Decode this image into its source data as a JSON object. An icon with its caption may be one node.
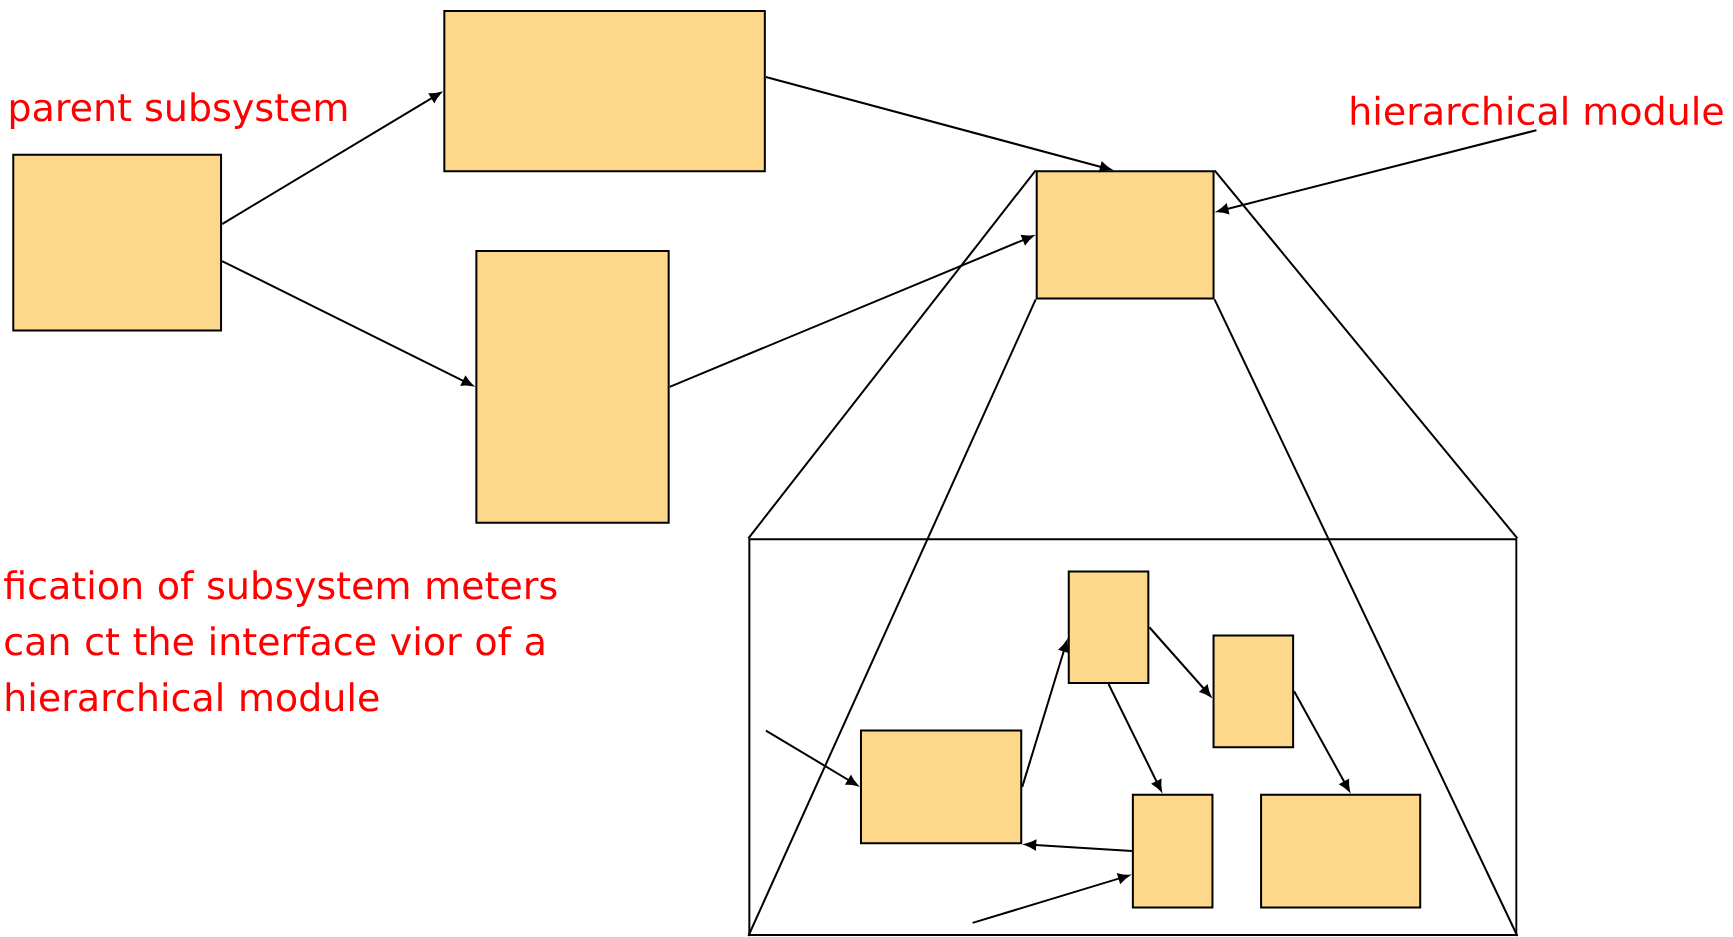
{
  "diagram": {
    "nodes": [
      {
        "text": [
          "parent subsystem"
        ]
      },
      {
        "text": [],
        "shape": "box"
      },
      {
        "text": [],
        "shape": "box"
      },
      {
        "text": [],
        "shape": "box"
      },
      {
        "text": [],
        "shape": "box"
      },
      {
        "text": [],
        "shape": "box",
        "in": 4
      },
      {
        "text": [],
        "shape": "box",
        "in": 4
      },
      {
        "text": [],
        "shape": "box",
        "in": 4
      },
      {
        "text": [],
        "shape": "box",
        "in": 4
      },
      {
        "text": [],
        "shape": "box",
        "in": 4
      },
      {
        "text": [
          "hierarchical module"
        ]
      }
    ],
    "edges": [
      {
        "from": 0,
        "to": 1,
        "arrow": "to"
      },
      {
        "from": 0,
        "to": 2,
        "arrow": "to"
      },
      {
        "from": 1,
        "to": 3,
        "arrow": "to"
      },
      {
        "from": 2,
        "to": 3,
        "arrow": "to"
      },
      {
        "from": 10,
        "to": 3,
        "arrow": "to"
      },
      {
        "from": null,
        "to": 7,
        "arrow": "to"
      },
      {
        "from": 7,
        "to": 5,
        "arrow": "to"
      },
      {
        "from": 5,
        "to": 6,
        "arrow": "to"
      },
      {
        "from": 5,
        "to": 8,
        "arrow": "to"
      },
      {
        "from": 6,
        "to": 9,
        "arrow": "to"
      },
      {
        "from": 8,
        "to": 7,
        "arrow": "to"
      },
      {
        "from": null,
        "to": 8,
        "arrow": "to"
      },
      {
        "from": 3,
        "to": 4,
        "arrow": "none"
      },
      {
        "from": 3,
        "to": 4,
        "arrow": "none"
      },
      {
        "from": 3,
        "to": 4,
        "arrow": "none"
      },
      {
        "from": 3,
        "to": 4,
        "arrow": "none"
      }
    ],
    "labels": [
      "fication of subsystem meters can ct the interface vior of a hierarchical module"
    ]
  }
}
